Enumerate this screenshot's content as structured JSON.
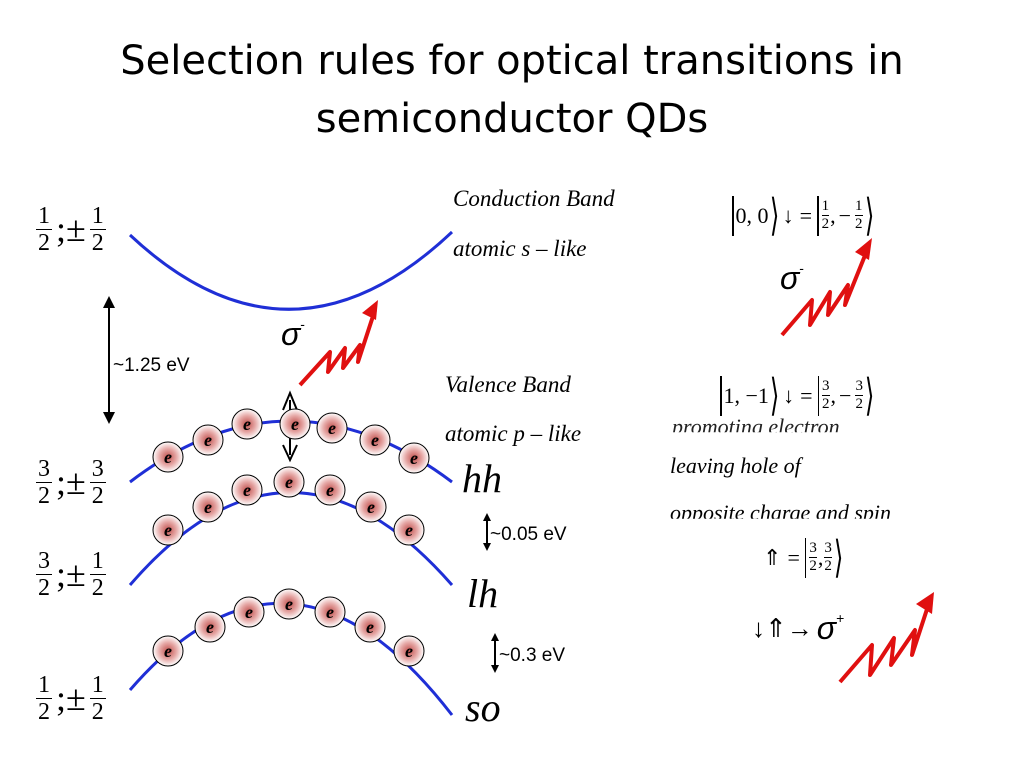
{
  "title": "Selection rules for optical transitions in semiconductor QDs",
  "state_labels": {
    "conduction": {
      "j_num": "1",
      "j_den": "2",
      "sep": ";±",
      "m_num": "1",
      "m_den": "2"
    },
    "hh": {
      "j_num": "3",
      "j_den": "2",
      "sep": ";±",
      "m_num": "3",
      "m_den": "2"
    },
    "lh": {
      "j_num": "3",
      "j_den": "2",
      "sep": ";±",
      "m_num": "1",
      "m_den": "2"
    },
    "so": {
      "j_num": "1",
      "j_den": "2",
      "sep": ";±",
      "m_num": "1",
      "m_den": "2"
    }
  },
  "bands": {
    "conduction_name": "Conduction Band",
    "conduction_type": "atomic s – like",
    "valence_name": "Valence Band",
    "valence_type": "atomic p – like",
    "hh": "hh",
    "lh": "lh",
    "so": "so"
  },
  "energies": {
    "gap": "~1.25 eV",
    "hh_lh": "~0.05 eV",
    "lh_so": "~0.3 eV"
  },
  "electron_symbol": "e",
  "sigma": {
    "symbol": "σ",
    "minus": "-",
    "plus": "+"
  },
  "kets": {
    "k1": {
      "left": "0, 0",
      "spin": "↓",
      "eq": "=",
      "a_num": "1",
      "a_den": "2",
      "b_sign": "−",
      "b_num": "1",
      "b_den": "2"
    },
    "k2": {
      "left": "1, −1",
      "spin": "↓",
      "eq": "=",
      "a_num": "3",
      "a_den": "2",
      "b_sign": "−",
      "b_num": "3",
      "b_den": "2"
    },
    "k3": {
      "prefix": "⇑",
      "eq": "=",
      "a_num": "3",
      "a_den": "2",
      "b_num": "3",
      "b_den": "2"
    }
  },
  "hole_text": {
    "line1": "promoting electron",
    "line2": "leaving hole of",
    "line3": "opposite charge and spin"
  },
  "transition": "↓⇑→",
  "colors": {
    "band": "#1f2fd6",
    "wave": "#e01010",
    "electron_fill": "#c0504d"
  }
}
